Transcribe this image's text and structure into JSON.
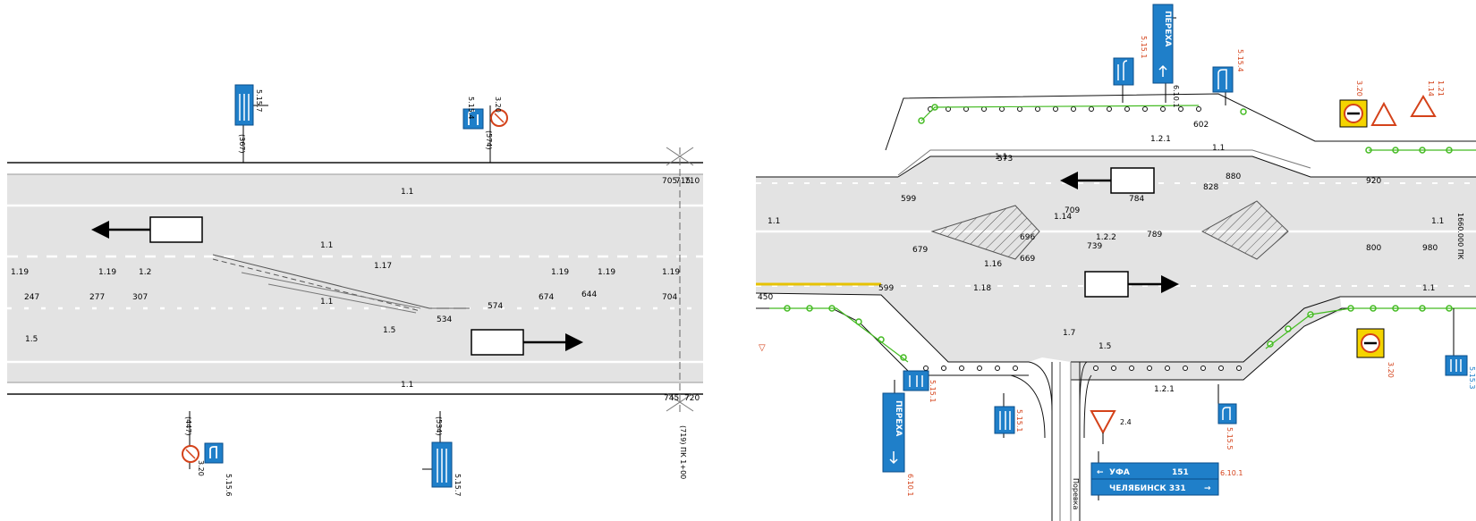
{
  "left_panel": {
    "marks": {
      "m1": "1.1",
      "m2": "1.5",
      "m3": "1.19",
      "m4": "1.2",
      "m5": "1.1",
      "m6": "1.17"
    },
    "stations": {
      "s1": "(367)",
      "s2": "(574)",
      "s3": "(447)",
      "s4": "(534)",
      "s5": "247",
      "s6": "277",
      "s7": "307",
      "s8": "574",
      "s9": "534",
      "s10": "644",
      "s11": "674",
      "s12": "704",
      "s13": "705",
      "s14": "715",
      "s15": "720",
      "s16": "745",
      "s17": "710"
    },
    "signs": {
      "t1": "5.15.7",
      "t2": "5.15.4",
      "t3": "3.20",
      "t4": "5.15.6",
      "t5": "3.20",
      "t6": "5.15.7"
    },
    "chainage": "(719) ПК 1+00"
  },
  "right_panel": {
    "marks": {
      "m1": "1.2.1",
      "m2": "1.2.1",
      "m3": "1.1",
      "m4": "1.16",
      "m5": "1.18",
      "m6": "1.7",
      "m7": "1.5",
      "m8": "1.14",
      "m9": "1.2.2",
      "m10": "1.1"
    },
    "stations": {
      "s1": "573",
      "s2": "599",
      "s3": "679",
      "s4": "599",
      "s5": "709",
      "s6": "784",
      "s7": "789",
      "s8": "696",
      "s9": "669",
      "s10": "739",
      "s11": "828",
      "s12": "880",
      "s13": "920",
      "s14": "980",
      "s15": "800",
      "s16": "602",
      "s17": "450",
      "s18": "1660.000 ПК"
    },
    "signs": {
      "t1": "5.15.1",
      "t2": "6.10.1",
      "t3": "5.15.4",
      "t4": "3.20",
      "t5": "1.14",
      "t6": "1.21",
      "t7": "5.15.1",
      "t8": "6.10.1",
      "t9": "5.15.1",
      "t10": "2.4",
      "t11": "5.15.5",
      "t12": "3.20",
      "t13": "5.15.3",
      "t14": "6.10.1"
    },
    "vertical_guide": "ПЕРЕХА",
    "lower_guide": "ПЕРЕХА",
    "guide_board": {
      "row1_place": "УФА",
      "row1_km": "151",
      "row2_place": "ЧЕЛЯБИНСК 331"
    },
    "side_road": "Поревка"
  }
}
